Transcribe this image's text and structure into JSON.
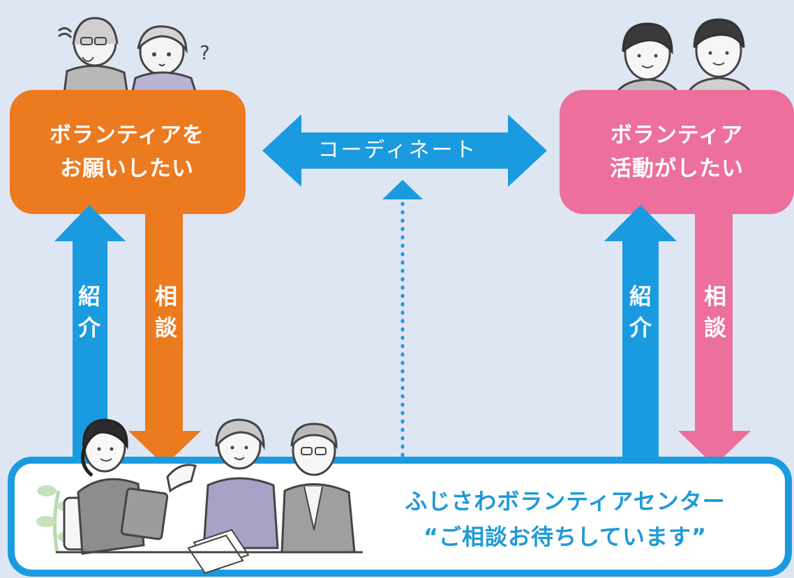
{
  "top_left_box": {
    "line1": "ボランティアを",
    "line2": "お願いしたい"
  },
  "top_right_box": {
    "line1": "ボランティア",
    "line2": "活動がしたい"
  },
  "coordination": "コーディネート",
  "arrows": {
    "left_up_line1": "紹",
    "left_up_line2": "介",
    "left_down_line1": "相",
    "left_down_line2": "談",
    "right_up_line1": "紹",
    "right_up_line2": "介",
    "right_down_line1": "相",
    "right_down_line2": "談"
  },
  "center": {
    "title": "ふじさわボランティアセンター",
    "quote": "“ご相談お待ちしています”"
  },
  "colors": {
    "background": "#dfe6f3",
    "orange": "#ec7a1f",
    "pink": "#ec6f9d",
    "blue": "#1a9be0",
    "center_text": "#1e9ad6"
  },
  "icons": [
    "elderly-couple-illustration",
    "young-people-illustration",
    "consultation-scene-illustration",
    "plant-icon",
    "papers-icon"
  ]
}
